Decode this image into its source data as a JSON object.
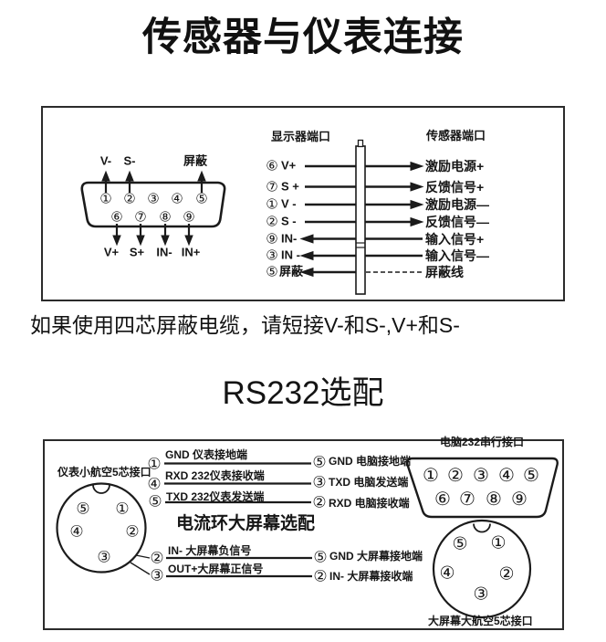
{
  "colors": {
    "ink": "#1b1b1b",
    "box_border": "#2b2b2b"
  },
  "title_top": "传感器与仪表连接",
  "note": "如果使用四芯屏蔽电缆，请短接V-和S-,V+和S-",
  "title_rs232": "RS232选配",
  "diagram1": {
    "db9": {
      "top_pins": [
        "①",
        "②",
        "③",
        "④",
        "⑤"
      ],
      "bottom_pins": [
        "⑥",
        "⑦",
        "⑧",
        "⑨"
      ],
      "top_wire_labels": [
        "V-",
        "S-",
        "屏蔽"
      ],
      "bottom_wire_labels": [
        "V+",
        "S+",
        "IN-",
        "IN+"
      ]
    },
    "header_left": "显示器端口",
    "header_right": "传感器端口",
    "rows": [
      {
        "pin": "⑥",
        "signal": "V+",
        "dest": "激励电源+"
      },
      {
        "pin": "⑦",
        "signal": "S +",
        "dest": "反馈信号+"
      },
      {
        "pin": "①",
        "signal": "V -",
        "dest": "激励电源—"
      },
      {
        "pin": "②",
        "signal": "S -",
        "dest": "反馈信号—"
      },
      {
        "pin": "⑨",
        "signal": "IN-",
        "dest": "输入信号+"
      },
      {
        "pin": "③",
        "signal": "IN -",
        "dest": "输入信号—"
      },
      {
        "pin": "⑤",
        "signal": "屏蔽",
        "dest": "屏蔽线"
      }
    ]
  },
  "diagram2": {
    "left_connector_label": "仪表小航空5芯接口",
    "left_connector_pins": [
      "⑤",
      "①",
      "④",
      "②",
      "③"
    ],
    "rows_serial": [
      {
        "left_pin": "①",
        "wire_label": "GND  仪表接地端",
        "right_pin": "⑤",
        "right_label": "GND 电脑接地端"
      },
      {
        "left_pin": "④",
        "wire_label": "RXD  232仪表接收端",
        "right_pin": "③",
        "right_label": "TXD 电脑发送端"
      },
      {
        "left_pin": "⑤",
        "wire_label": "TXD  232仪表发送端",
        "right_pin": "②",
        "right_label": "RXD 电脑接收端"
      }
    ],
    "loop_title": "电流环大屏幕选配",
    "rows_loop": [
      {
        "left_pin": "②",
        "wire_label": "IN-  大屏幕负信号",
        "right_pin": "⑤",
        "right_label": "GND 大屏幕接地端"
      },
      {
        "left_pin": "③",
        "wire_label": "OUT+大屏幕正信号",
        "right_pin": "②",
        "right_label": "IN- 大屏幕接收端"
      }
    ],
    "db9_label": "电脑232串行接口",
    "db9_top_pins": [
      "①",
      "②",
      "③",
      "④",
      "⑤"
    ],
    "db9_bottom_pins": [
      "⑥",
      "⑦",
      "⑧",
      "⑨"
    ],
    "right_connector_pins": [
      "⑤",
      "①",
      "④",
      "②",
      "③"
    ],
    "right_connector_label": "大屏幕大航空5芯接口"
  }
}
